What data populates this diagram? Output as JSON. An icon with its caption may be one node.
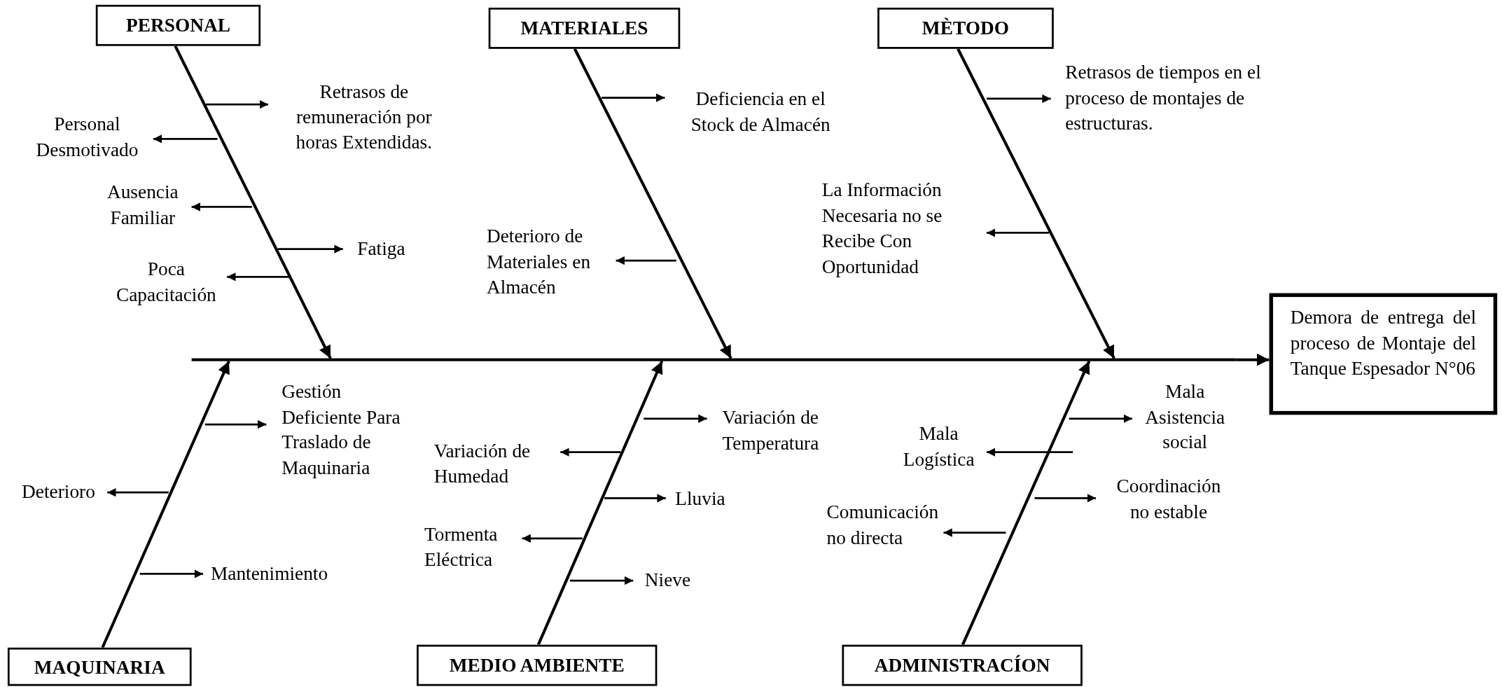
{
  "diagram": {
    "nodes": [
      {
        "text": [
          "PERSONAL"
        ]
      },
      {
        "text": [
          "MATERIALES"
        ]
      },
      {
        "text": [
          "MÈTODO"
        ]
      },
      {
        "text": [
          "Retrasos de remuneración por horas Extendidas."
        ]
      },
      {
        "text": [
          "Personal Desmotivado"
        ]
      },
      {
        "text": [
          "Ausencia Familiar"
        ]
      },
      {
        "text": [
          "Fatiga"
        ]
      },
      {
        "text": [
          "Poca Capacitación"
        ]
      },
      {
        "text": [
          "Deficiencia en el Stock de Almacén"
        ]
      },
      {
        "text": [
          "Deterioro de Materiales en Almacén"
        ]
      },
      {
        "text": [
          "Retrasos de tiempos en el proceso de montajes de estructuras."
        ]
      },
      {
        "text": [
          "La Información Necesaria no se Recibe Con Oportunidad"
        ]
      },
      {
        "text": [
          "Demora de entrega del proceso de Montaje del Tanque Espesador N°06"
        ]
      },
      {
        "text": [
          "Gestión Deficiente Para Traslado de Maquinaria"
        ]
      },
      {
        "text": [
          "Deterioro"
        ]
      },
      {
        "text": [
          "Mantenimiento"
        ]
      },
      {
        "text": [
          "Variación de Temperatura"
        ]
      },
      {
        "text": [
          "Variación de Humedad"
        ]
      },
      {
        "text": [
          "Lluvia"
        ]
      },
      {
        "text": [
          "Tormenta Eléctrica"
        ]
      },
      {
        "text": [
          "Nieve"
        ]
      },
      {
        "text": [
          "Mala Asistencia social"
        ]
      },
      {
        "text": [
          "Mala Logística"
        ]
      },
      {
        "text": [
          "Coordinación no estable"
        ]
      },
      {
        "text": [
          "Comunicación no directa"
        ]
      },
      {
        "text": [
          "MAQUINARIA"
        ]
      },
      {
        "text": [
          "MEDIO AMBIENTE"
        ]
      },
      {
        "text": [
          "ADMINISTRACÍON"
        ]
      },
      {
        "text": [],
        "shape": "bar"
      }
    ],
    "edges": [
      {
        "from": 0,
        "to": 28,
        "arrow": "to"
      },
      {
        "from": 1,
        "to": 28,
        "arrow": "to"
      },
      {
        "from": 2,
        "to": 28,
        "arrow": "to"
      },
      {
        "from": 25,
        "to": 28,
        "arrow": "to"
      },
      {
        "from": 26,
        "to": 28,
        "arrow": "to"
      },
      {
        "from": 27,
        "to": 28,
        "arrow": "to"
      },
      {
        "from": 28,
        "to": 12,
        "arrow": "to"
      },
      {
        "from": null,
        "to": 3,
        "arrow": "to"
      },
      {
        "from": null,
        "to": 4,
        "arrow": "to"
      },
      {
        "from": null,
        "to": 5,
        "arrow": "to"
      },
      {
        "from": null,
        "to": 6,
        "arrow": "to"
      },
      {
        "from": null,
        "to": 7,
        "arrow": "to"
      },
      {
        "from": null,
        "to": 8,
        "arrow": "to"
      },
      {
        "from": null,
        "to": 9,
        "arrow": "to"
      },
      {
        "from": null,
        "to": 10,
        "arrow": "to"
      },
      {
        "from": null,
        "to": 11,
        "arrow": "to"
      },
      {
        "from": null,
        "to": 13,
        "arrow": "to"
      },
      {
        "from": null,
        "to": 14,
        "arrow": "to"
      },
      {
        "from": null,
        "to": 15,
        "arrow": "to"
      },
      {
        "from": null,
        "to": 16,
        "arrow": "to"
      },
      {
        "from": null,
        "to": 17,
        "arrow": "to"
      },
      {
        "from": null,
        "to": 18,
        "arrow": "to"
      },
      {
        "from": null,
        "to": 19,
        "arrow": "to"
      },
      {
        "from": null,
        "to": 20,
        "arrow": "to"
      },
      {
        "from": null,
        "to": 21,
        "arrow": "to"
      },
      {
        "from": null,
        "to": 22,
        "arrow": "to"
      },
      {
        "from": null,
        "to": 23,
        "arrow": "to"
      },
      {
        "from": null,
        "to": 24,
        "arrow": "to"
      }
    ]
  }
}
